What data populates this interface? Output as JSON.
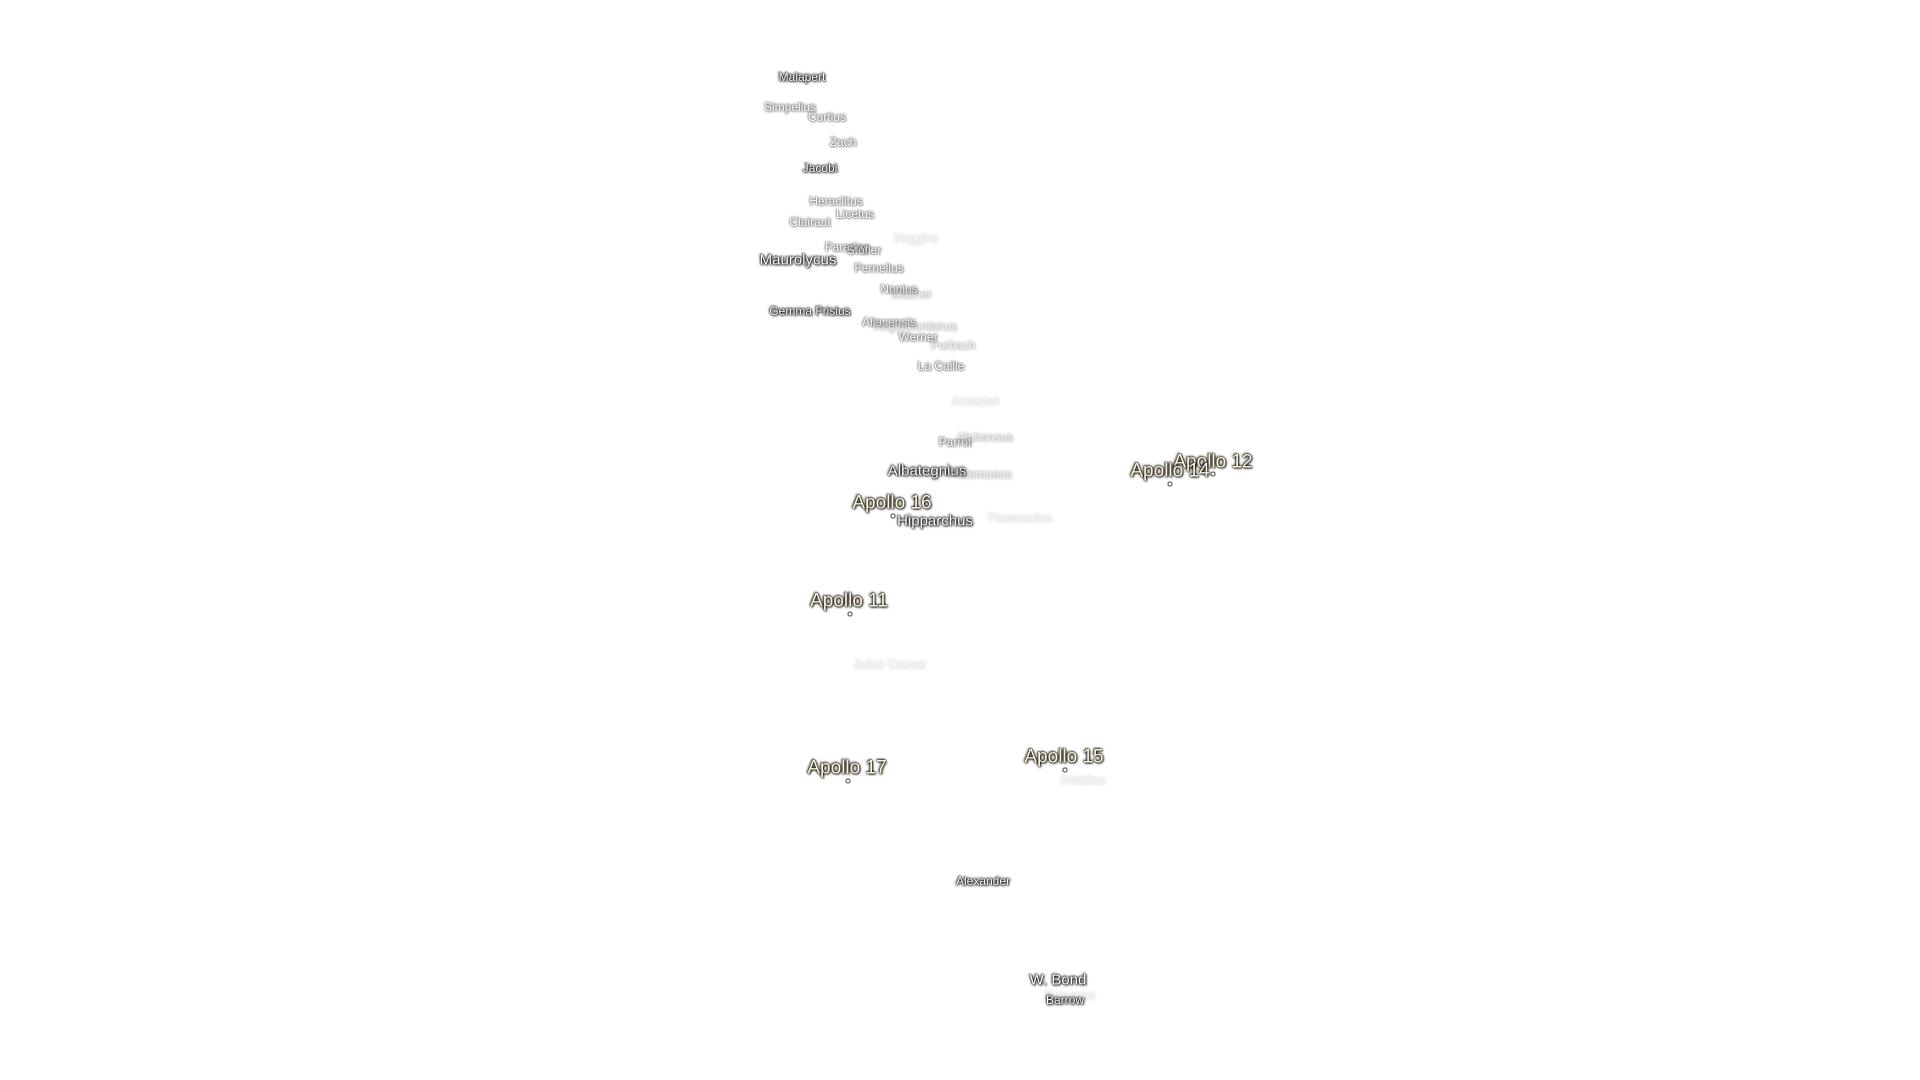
{
  "map": {
    "craters": [
      {
        "name": "Malapert",
        "style": "normal"
      },
      {
        "name": "Simpelius",
        "style": "faint"
      },
      {
        "name": "Curtius",
        "style": "faint"
      },
      {
        "name": "Zach",
        "style": "faint"
      },
      {
        "name": "Jacobi",
        "style": "normal"
      },
      {
        "name": "Heraclitus",
        "style": "faint"
      },
      {
        "name": "Licetus",
        "style": "faint"
      },
      {
        "name": "Clairaut",
        "style": "faint"
      },
      {
        "name": "Huggins",
        "style": "faint3"
      },
      {
        "name": "Faraday",
        "style": "faint"
      },
      {
        "name": "Stöfler",
        "style": "faint"
      },
      {
        "name": "Maurolycus",
        "style": "big"
      },
      {
        "name": "Fernelius",
        "style": "faint"
      },
      {
        "name": "Nonius",
        "style": "faint"
      },
      {
        "name": "Walther",
        "style": "faint2"
      },
      {
        "name": "Gemma Frisius",
        "style": "normal"
      },
      {
        "name": "Aliacensis",
        "style": "faint"
      },
      {
        "name": "Regiomontanus",
        "style": "faint2"
      },
      {
        "name": "Werner",
        "style": "faint"
      },
      {
        "name": "Purbach",
        "style": "faint2"
      },
      {
        "name": "La Caille",
        "style": "faint"
      },
      {
        "name": "Arzachel",
        "style": "faint3"
      },
      {
        "name": "Parrot",
        "style": "faint"
      },
      {
        "name": "Alphonsus",
        "style": "faint2"
      },
      {
        "name": "Albategnius",
        "style": "big"
      },
      {
        "name": "Ptolemaeus",
        "style": "faint2"
      },
      {
        "name": "Hipparchus",
        "style": "big"
      },
      {
        "name": "Flammarion",
        "style": "faint3"
      },
      {
        "name": "Julius Caesar",
        "style": "faint3"
      },
      {
        "name": "Alexander",
        "style": "normal"
      },
      {
        "name": "W. Bond",
        "style": "big"
      },
      {
        "name": "Epigenes",
        "style": "faint3"
      },
      {
        "name": "Barrow",
        "style": "normal"
      },
      {
        "name": "Aristillus",
        "style": "faint3"
      }
    ],
    "sites": [
      {
        "name": "Apollo 12"
      },
      {
        "name": "Apollo 14"
      },
      {
        "name": "Apollo 16"
      },
      {
        "name": "Apollo 11"
      },
      {
        "name": "Apollo 15"
      },
      {
        "name": "Apollo 17"
      }
    ]
  }
}
